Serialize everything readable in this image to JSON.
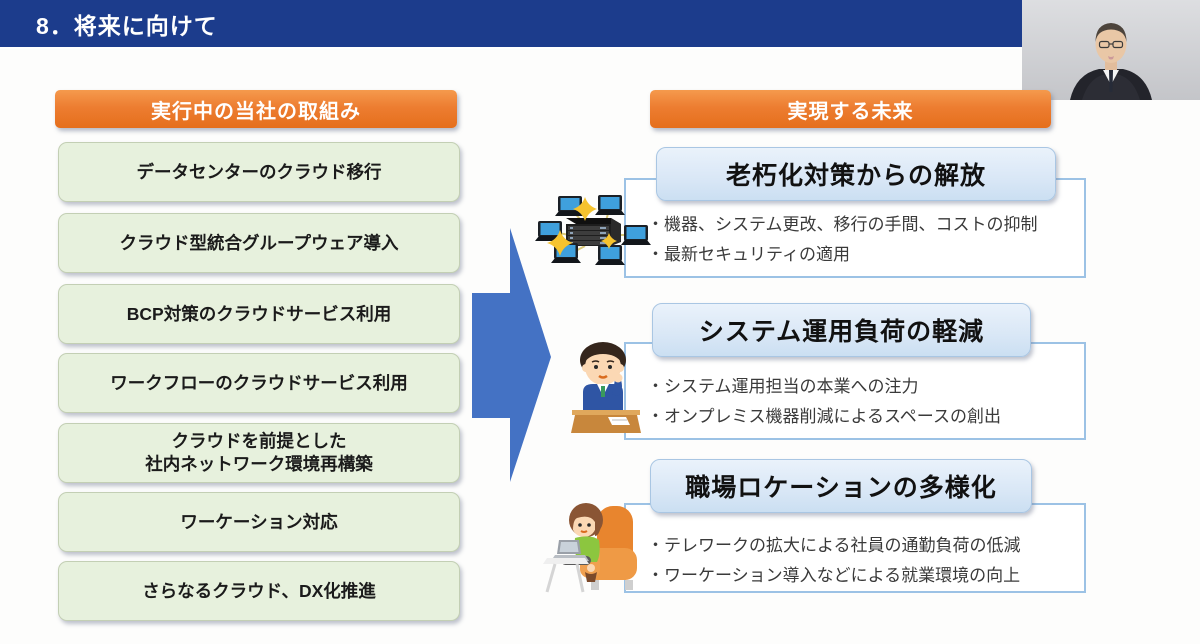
{
  "title": "8．将来に向けて",
  "left_panel": {
    "header": "実行中の当社の取組み",
    "items": [
      "データセンターのクラウド移行",
      "クラウド型統合グループウェア導入",
      "BCP対策のクラウドサービス利用",
      "ワークフローのクラウドサービス利用",
      "クラウドを前提とした\n社内ネットワーク環境再構築",
      "ワーケーション対応",
      "さらなるクラウド、DX化推進"
    ]
  },
  "right_panel": {
    "header": "実現する未来",
    "sections": [
      {
        "title": "老朽化対策からの解放",
        "bullets": [
          "・機器、システム更改、移行の手間、コストの抑制",
          "・最新セキュリティの適用"
        ]
      },
      {
        "title": "システム運用負荷の軽減",
        "bullets": [
          "・システム運用担当の本業への注力",
          "・オンプレミス機器削減によるスペースの創出"
        ]
      },
      {
        "title": "職場ロケーションの多様化",
        "bullets": [
          "・テレワークの拡大による社員の通勤負荷の低減",
          "・ワーケーション導入などによる就業環境の向上"
        ]
      }
    ]
  },
  "colors": {
    "title_bar_navy": "#1c3c8c",
    "accent_orange": "#ed7d31",
    "arrow_blue": "#4472c4",
    "box_green": "#e7f1dd",
    "header_light_blue": "#d9e7f6",
    "border_blue": "#9cc2e5"
  },
  "icons": {
    "section1": "server-network-illustration",
    "section2": "office-worker-illustration",
    "section3": "sofa-laptop-illustration",
    "webcam": "presenter-video"
  }
}
